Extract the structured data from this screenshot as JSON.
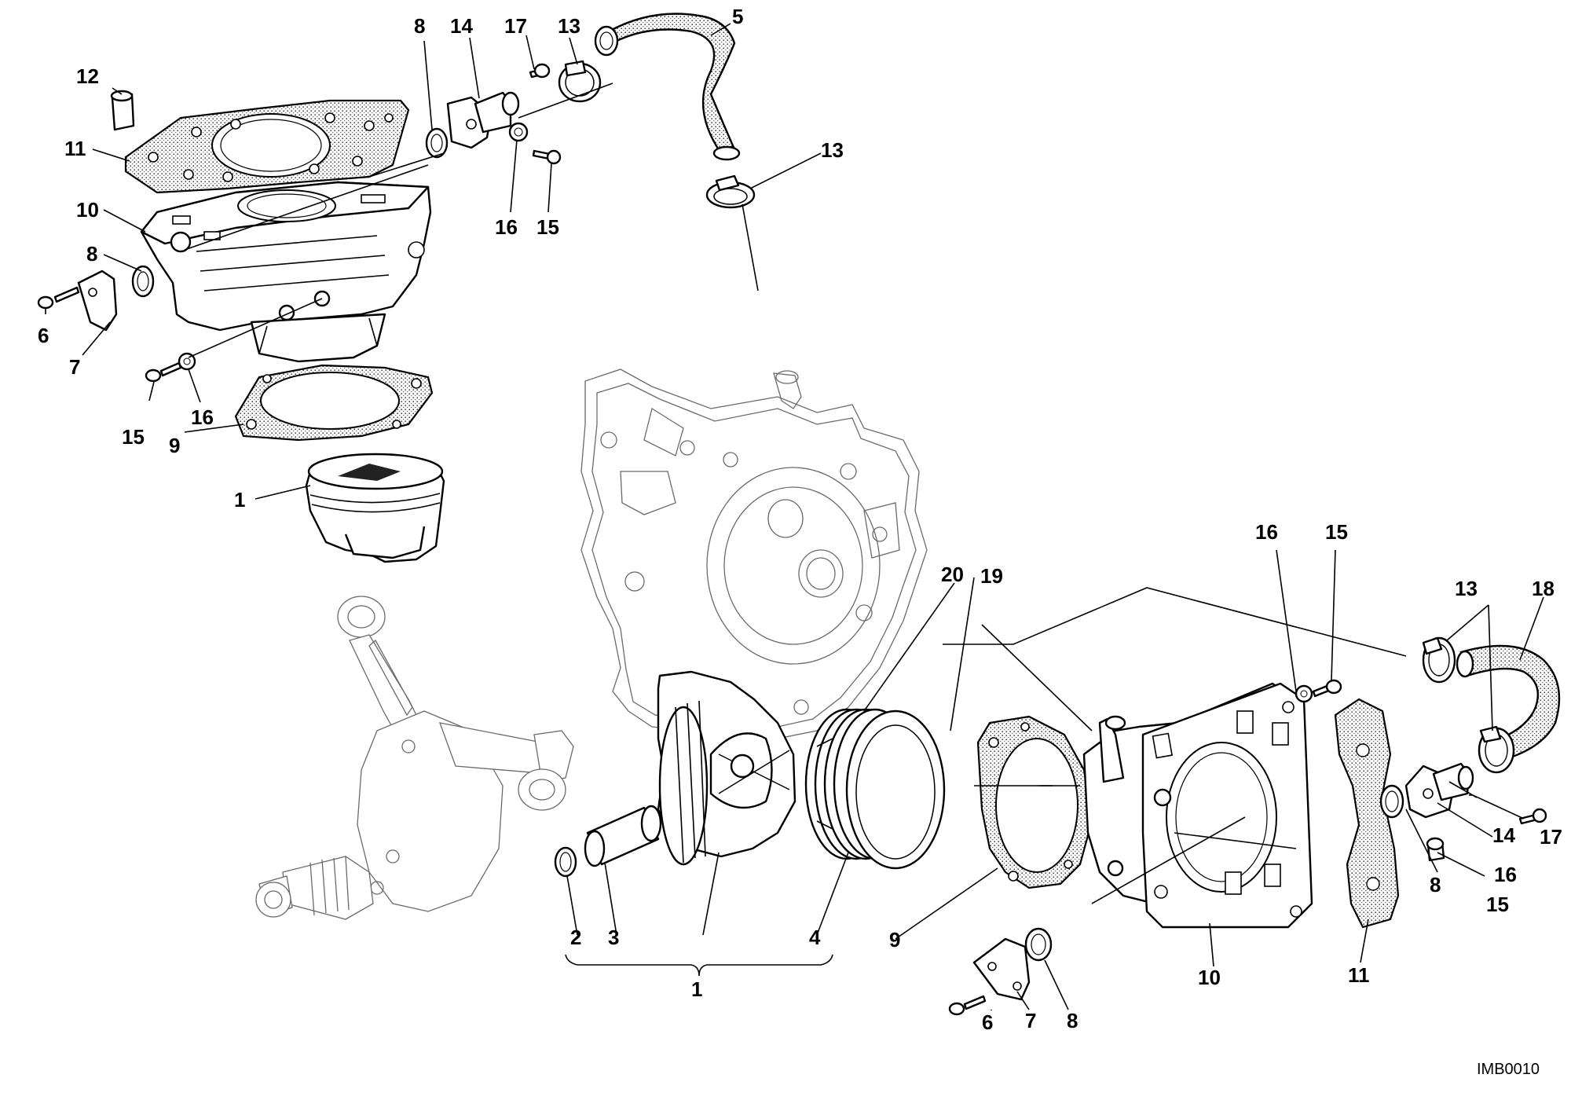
{
  "title": "",
  "labels": {
    "l1a": "12",
    "l2a": "11",
    "l3a": "10",
    "l4a": "8",
    "l5a": "6",
    "l6a": "7",
    "l7a": "15",
    "l8a": "16",
    "l9a": "9",
    "l10a": "1",
    "l11a": "8",
    "l12a": "14",
    "l13a": "17",
    "l14a": "13",
    "l15a": "5",
    "l16a": "16",
    "l17a": "15",
    "l18a": "13",
    "l19a": "20",
    "l20a": "19",
    "l21a": "2",
    "l22a": "3",
    "l23a": "4",
    "l24a": "1",
    "l25a": "9",
    "l26a": "6",
    "l27a": "7",
    "l28a": "8",
    "l29a": "10",
    "l30a": "11",
    "l31a": "16",
    "l32a": "15",
    "l33a": "13",
    "l34a": "18",
    "l35a": "17",
    "l36a": "14",
    "l37a": "16",
    "l38a": "15",
    "l39a": "8"
  },
  "image_code": "IMB0010",
  "icons": {
    "piston": "piston-icon",
    "cylinder": "cylinder-icon",
    "gasket": "gasket-icon",
    "hose": "coolant-hose-icon",
    "clamp": "hose-clamp-icon",
    "bolt": "bolt-icon",
    "washer": "washer-icon",
    "o-ring": "o-ring-icon",
    "crankshaft": "crankshaft-icon",
    "crankcase": "crankcase-icon"
  }
}
